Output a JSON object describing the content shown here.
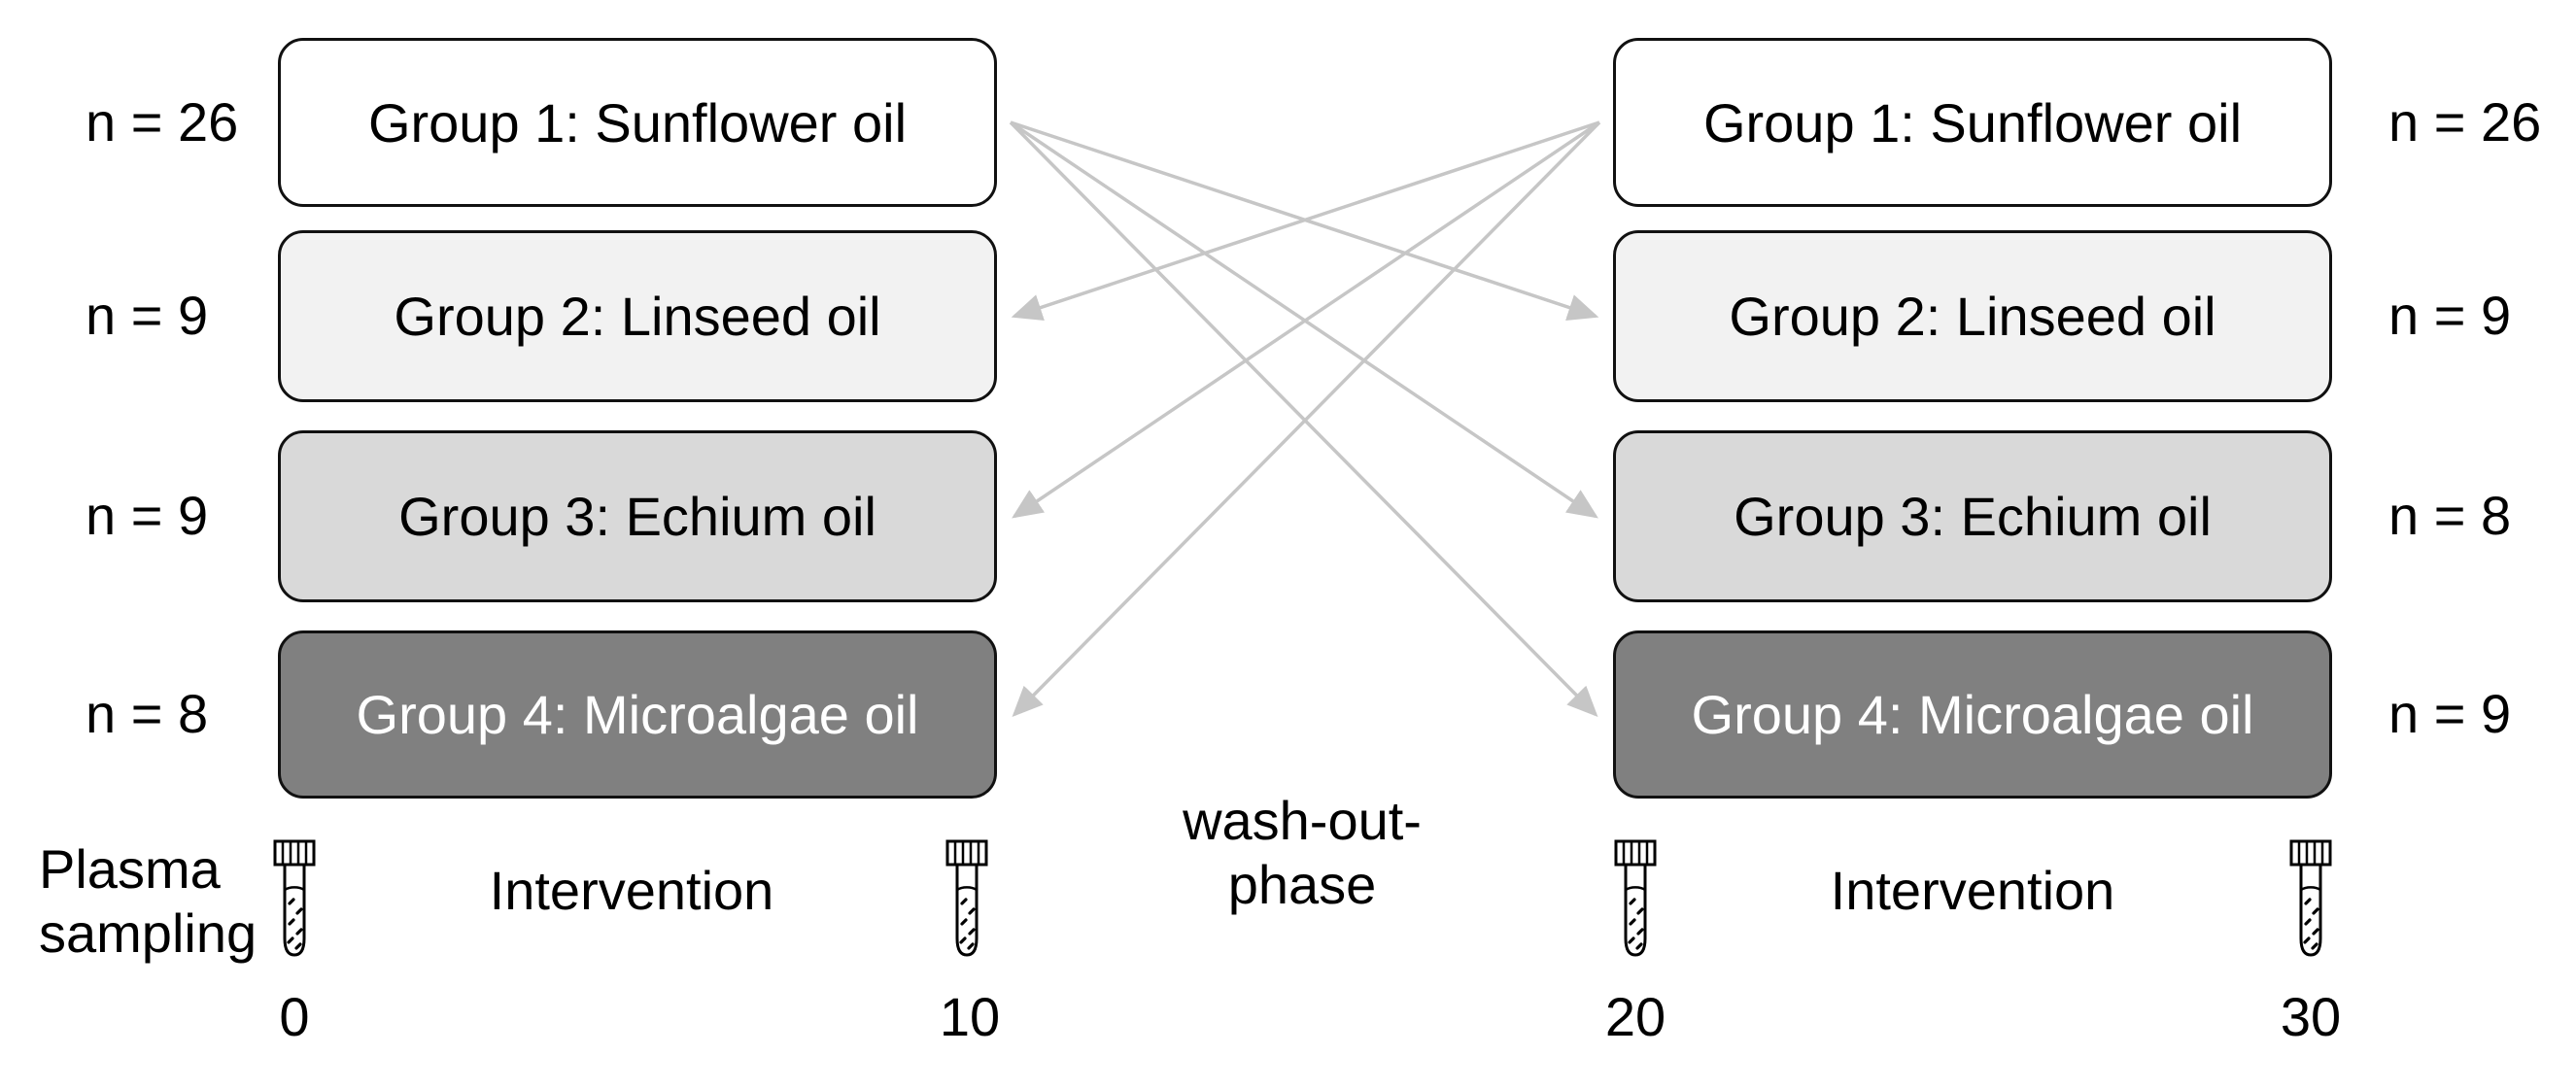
{
  "figure": {
    "phases": {
      "phase1": {
        "groups": [
          {
            "id": "p1g1",
            "label": "Group 1: Sunflower oil",
            "n_label": "n = 26"
          },
          {
            "id": "p1g2",
            "label": "Group 2: Linseed oil",
            "n_label": "n = 9"
          },
          {
            "id": "p1g3",
            "label": "Group 3: Echium oil",
            "n_label": "n = 9"
          },
          {
            "id": "p1g4",
            "label": "Group 4: Microalgae oil",
            "n_label": "n = 8"
          }
        ],
        "intervention_label": "Intervention",
        "start_time": "0",
        "end_time": "10"
      },
      "phase2": {
        "groups": [
          {
            "id": "p2g1",
            "label": "Group 1: Sunflower oil",
            "n_label": "n = 26"
          },
          {
            "id": "p2g2",
            "label": "Group 2: Linseed oil",
            "n_label": "n = 9"
          },
          {
            "id": "p2g3",
            "label": "Group 3: Echium oil",
            "n_label": "n = 8"
          },
          {
            "id": "p2g4",
            "label": "Group 4: Microalgae oil",
            "n_label": "n = 9"
          }
        ],
        "intervention_label": "Intervention",
        "start_time": "20",
        "end_time": "30"
      }
    },
    "washout": {
      "line1": "wash-out-",
      "line2": "phase"
    },
    "plasma": {
      "line1": "Plasma",
      "line2": "sampling"
    },
    "icons": {
      "tube": "test-tube-icon"
    },
    "crossover_arrows": [
      {
        "from": "p1g1",
        "to": "p2g2"
      },
      {
        "from": "p1g1",
        "to": "p2g3"
      },
      {
        "from": "p1g1",
        "to": "p2g4"
      },
      {
        "from": "p2g1",
        "to": "p1g2"
      },
      {
        "from": "p2g1",
        "to": "p1g3"
      },
      {
        "from": "p2g1",
        "to": "p1g4"
      }
    ],
    "colors": {
      "group_fills": [
        "#ffffff",
        "#f2f2f2",
        "#d9d9d9",
        "#808080"
      ],
      "group_text": [
        "#000000",
        "#000000",
        "#000000",
        "#ffffff"
      ],
      "box_border": "#111111",
      "arrow": "#c6c6c6",
      "text": "#000000",
      "background": "#ffffff"
    }
  }
}
